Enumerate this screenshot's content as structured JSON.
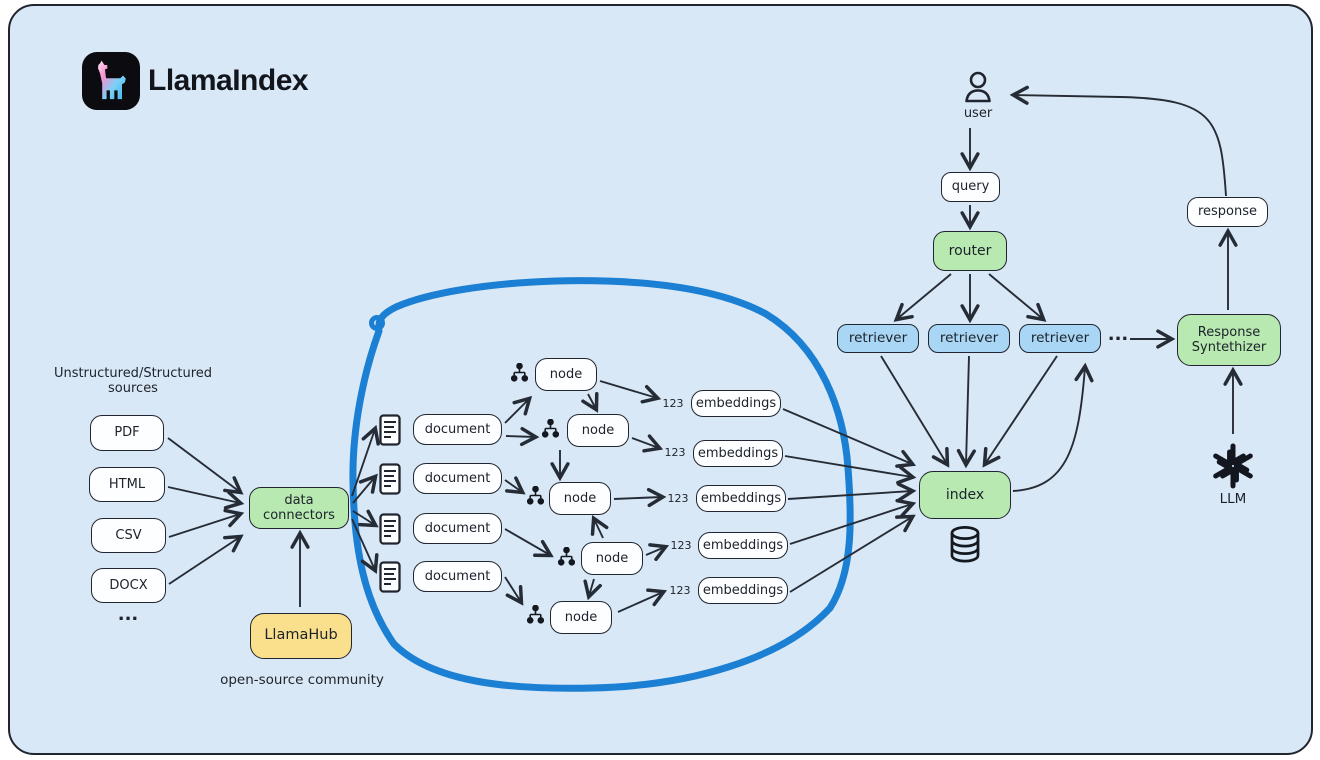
{
  "header": {
    "title": "LlamaIndex",
    "logo": "llama-icon"
  },
  "colors": {
    "canvas_bg": "#d9e8f6",
    "box_green": "#b7e9b0",
    "box_blue": "#a8d6f4",
    "box_yellow": "#fae08c",
    "stroke_dark": "#20252f",
    "marker_blue": "#1b7fd3"
  },
  "sources": {
    "heading": "Unstructured/Structured sources",
    "items": [
      "PDF",
      "HTML",
      "CSV",
      "DOCX"
    ],
    "more": "..."
  },
  "ingestion": {
    "connectors_label": "data connectors",
    "llamahub_label": "LlamaHub",
    "llamahub_caption": "open-source community"
  },
  "pipeline": {
    "documents": [
      "document",
      "document",
      "document",
      "document"
    ],
    "nodes": [
      "node",
      "node",
      "node",
      "node",
      "node"
    ],
    "embeddings": [
      "embeddings",
      "embeddings",
      "embeddings",
      "embeddings",
      "embeddings"
    ],
    "badge": "123"
  },
  "query_flow": {
    "user_label": "user",
    "query_label": "query",
    "router_label": "router",
    "retrievers": [
      "retriever",
      "retriever",
      "retriever"
    ],
    "ellipsis": "...",
    "index_label": "index",
    "synthesizer_label": "Response Syntethizer",
    "response_label": "response",
    "llm_label": "LLM"
  }
}
